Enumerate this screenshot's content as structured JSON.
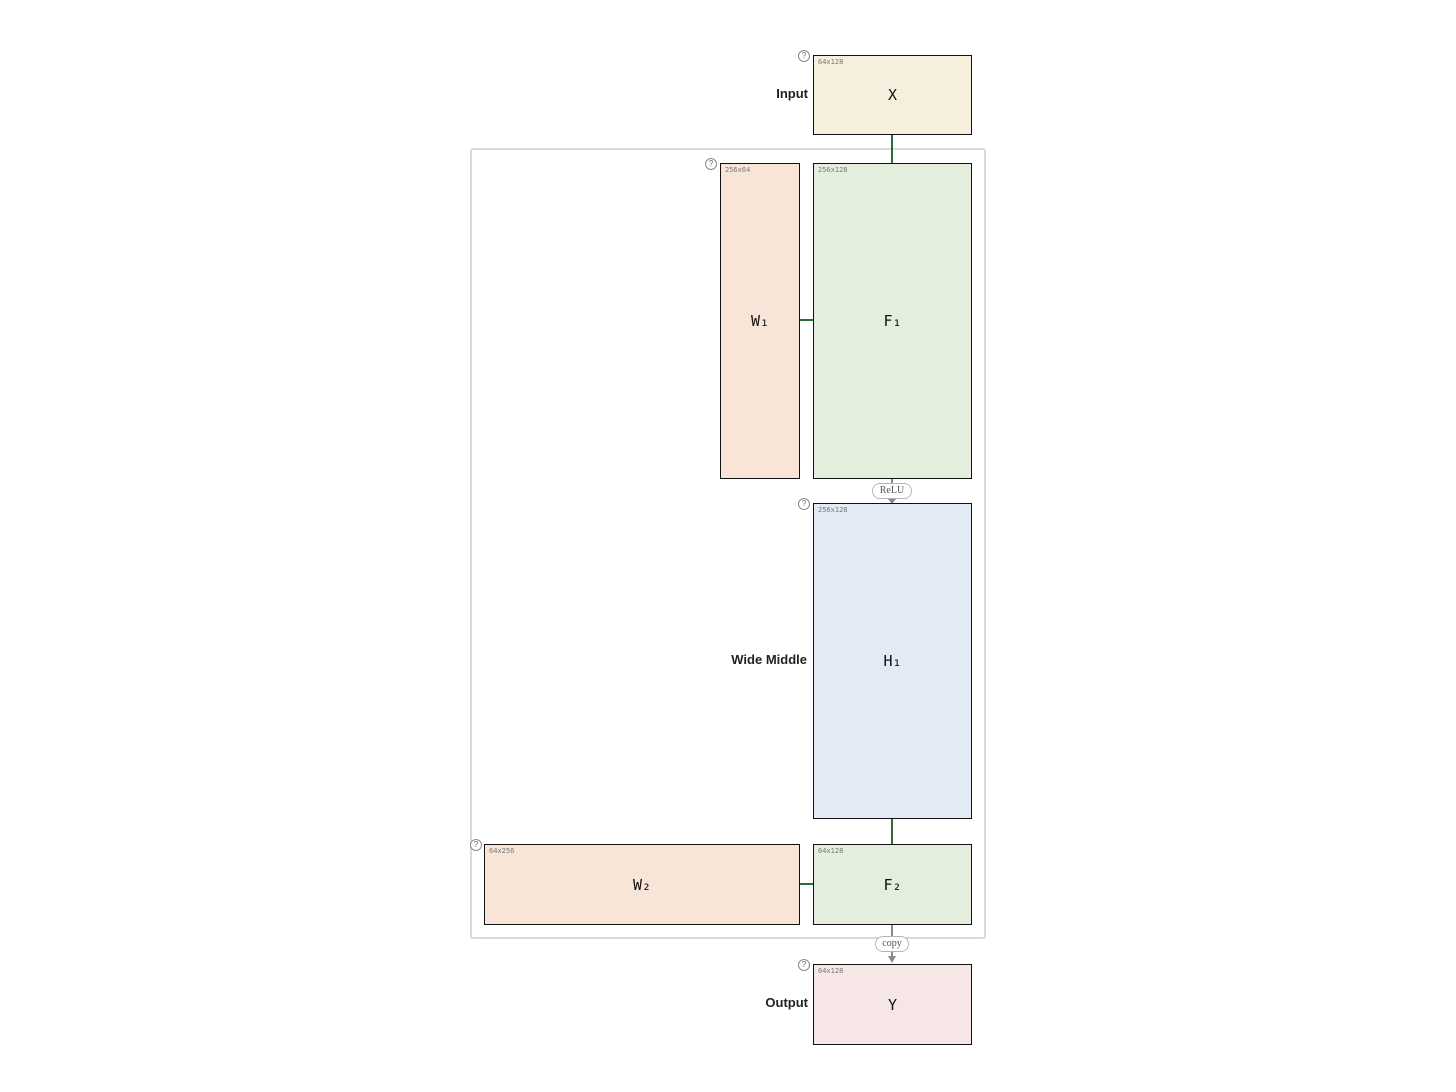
{
  "colors": {
    "input_fill": "#f7efdd",
    "weight_fill": "#f8e5d8",
    "product_fill": "#e3efdc",
    "hidden_fill": "#e1eaf5",
    "output_fill": "#f7e6e6",
    "connector_green": "#2e6b3a",
    "connector_gray": "#8a8a8a"
  },
  "help_glyph": "?",
  "rows": {
    "input": "Input",
    "middle": "Wide Middle",
    "output": "Output"
  },
  "boxes": {
    "x": {
      "name": "X",
      "dims": "64x128"
    },
    "w1": {
      "name": "W₁",
      "dims": "256x64"
    },
    "f1": {
      "name": "F₁",
      "dims": "256x128"
    },
    "h1": {
      "name": "H₁",
      "dims": "256x128"
    },
    "w2": {
      "name": "W₂",
      "dims": "64x256"
    },
    "f2": {
      "name": "F₂",
      "dims": "64x128"
    },
    "y": {
      "name": "Y",
      "dims": "64x128"
    }
  },
  "ops": {
    "relu": "ReLU",
    "copy": "copy"
  }
}
